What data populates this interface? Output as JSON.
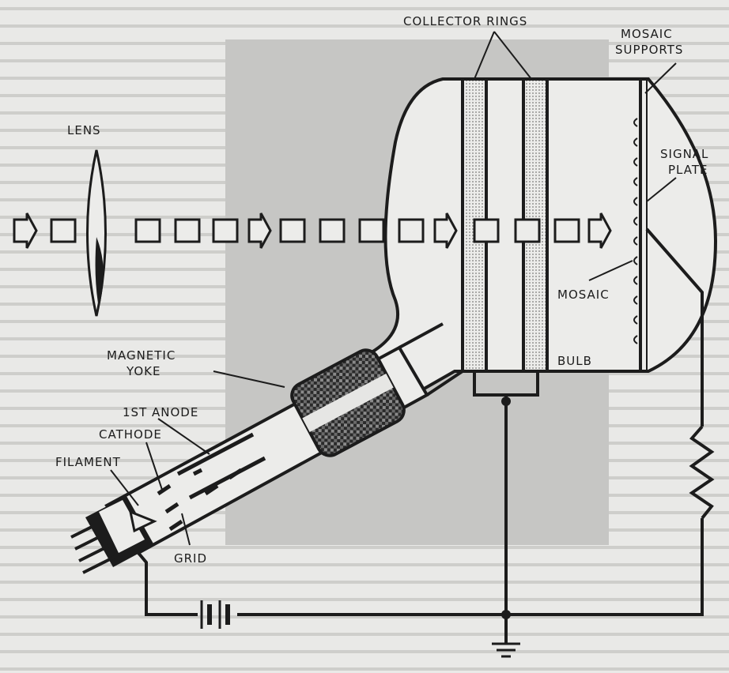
{
  "labels": {
    "collector_rings": "COLLECTOR RINGS",
    "mosaic_supports_1": "MOSAIC",
    "mosaic_supports_2": "SUPPORTS",
    "lens": "LENS",
    "signal_plate_1": "SIGNAL",
    "signal_plate_2": "PLATE",
    "mosaic": "MOSAIC",
    "magnetic_yoke_1": "MAGNETIC",
    "magnetic_yoke_2": "YOKE",
    "bulb": "BULB",
    "first_anode": "1ST ANODE",
    "cathode": "CATHODE",
    "filament": "FILAMENT",
    "grid": "GRID"
  },
  "colors": {
    "background": "#e9e9e7",
    "page_text_shade": "#b0b0ad",
    "screen_gray": "#c9c9c7",
    "ink": "#1c1c1c"
  }
}
